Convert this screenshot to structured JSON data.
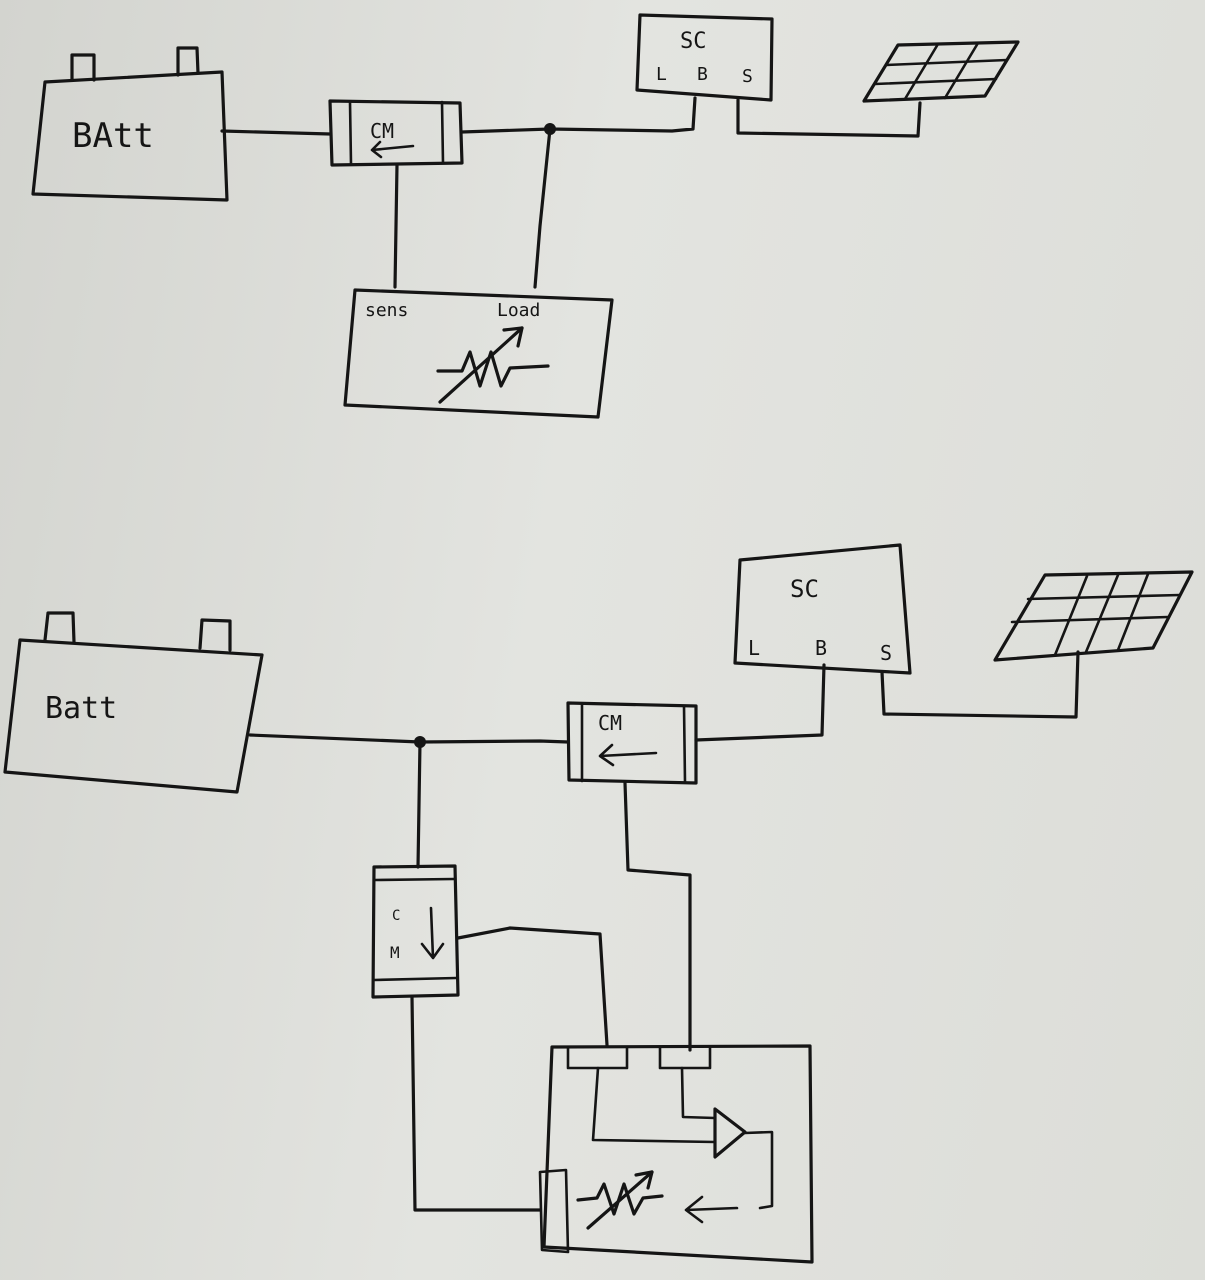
{
  "diagram_top": {
    "battery": {
      "label": "BAtt"
    },
    "current_monitor": {
      "label": "CM"
    },
    "solar_controller": {
      "label": "SC",
      "terminals": {
        "load": "L",
        "battery": "B",
        "solar": "S"
      }
    },
    "load_module": {
      "sense_label": "sens",
      "load_label": "Load"
    }
  },
  "diagram_bottom": {
    "battery": {
      "label": "Batt"
    },
    "current_monitor_horizontal": {
      "label": "CM"
    },
    "current_monitor_vertical": {
      "label_c": "C",
      "label_m": "M"
    },
    "solar_controller": {
      "label": "SC",
      "terminals": {
        "load": "L",
        "battery": "B",
        "solar": "S"
      }
    }
  }
}
